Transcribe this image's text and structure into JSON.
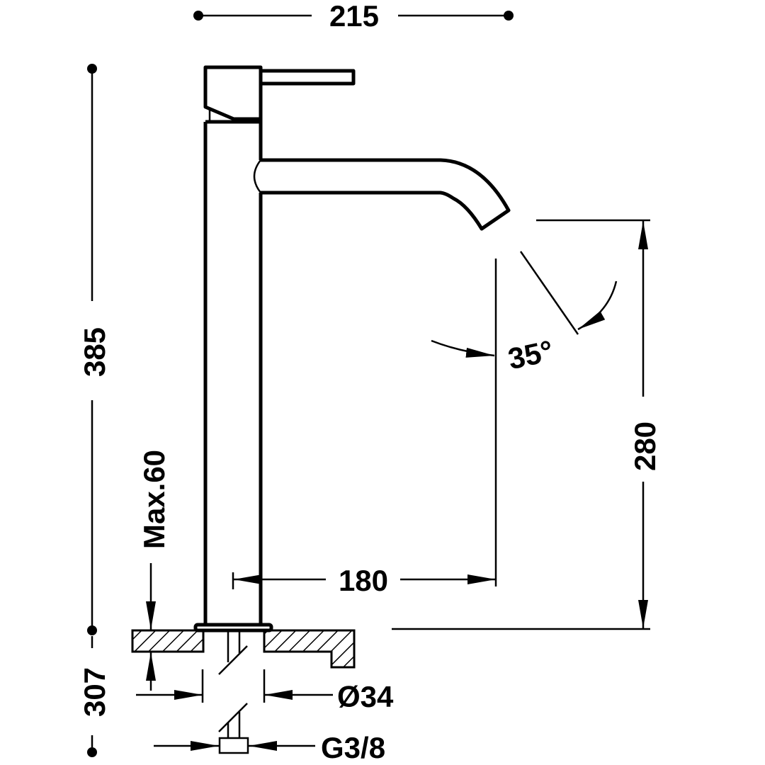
{
  "drawing": {
    "dimensions": {
      "overall_width": "215",
      "overall_height": "385",
      "spout_height": "280",
      "spout_reach": "180",
      "spout_angle": "35°",
      "max_counter_thickness": "Max.60",
      "below_counter": "307",
      "hole_diameter": "Ø34",
      "connection": "G3/8"
    },
    "colors": {
      "line": "#000000",
      "background": "#ffffff"
    }
  }
}
